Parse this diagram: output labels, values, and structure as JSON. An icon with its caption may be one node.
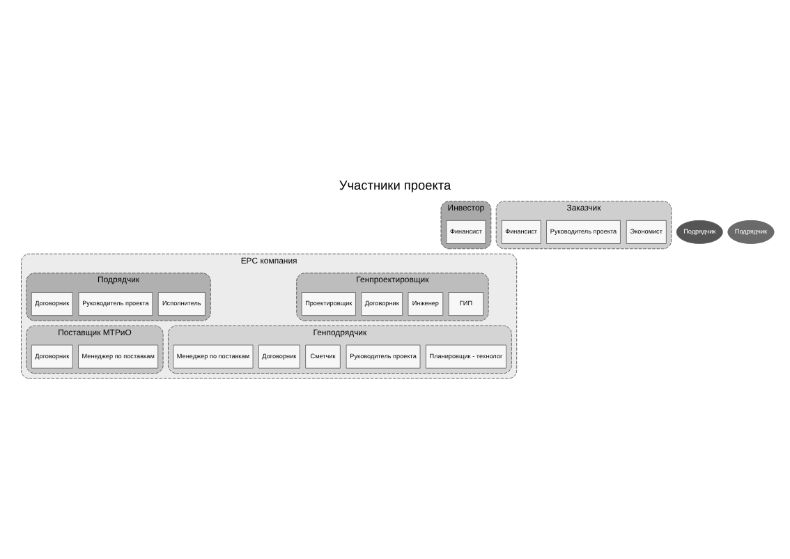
{
  "diagram": {
    "title": "Участники проекта",
    "nodes": [
      {
        "text": [
          "EPC компания"
        ]
      },
      {
        "text": [
          "Инвестор"
        ]
      },
      {
        "text": [
          "Финансист"
        ],
        "in": 1
      },
      {
        "text": [
          "Заказчик"
        ]
      },
      {
        "text": [
          "Экономист"
        ],
        "in": 3
      },
      {
        "text": [
          "Руководитель проекта"
        ],
        "in": 3
      },
      {
        "text": [
          "Финансист"
        ],
        "in": 3
      },
      {
        "text": [
          "Генпроектировщик"
        ],
        "in": 0
      },
      {
        "text": [
          "ГИП"
        ],
        "in": 7
      },
      {
        "text": [
          "Инженер"
        ],
        "in": 7
      },
      {
        "text": [
          "Договорник"
        ],
        "in": 7
      },
      {
        "text": [
          "Проектировщик"
        ],
        "in": 7
      },
      {
        "text": [
          "Подрядчик"
        ],
        "in": 0
      },
      {
        "text": [
          "Исполнитель"
        ],
        "in": 12
      },
      {
        "text": [
          "Руководитель проекта"
        ],
        "in": 12
      },
      {
        "text": [
          "Договорник"
        ],
        "in": 12
      },
      {
        "text": [
          "Генподрядчик"
        ],
        "in": 0
      },
      {
        "text": [
          "Планировщик - технолог"
        ],
        "in": 16
      },
      {
        "text": [
          "Руководитель проекта"
        ],
        "in": 16
      },
      {
        "text": [
          "Сметчик"
        ],
        "in": 16
      },
      {
        "text": [
          "Договорник"
        ],
        "in": 16
      },
      {
        "text": [
          "Менеджер по поставкам"
        ],
        "in": 16
      },
      {
        "text": [
          "Поставщик МТРиО"
        ],
        "in": 0
      },
      {
        "text": [
          "Менеджер по поставкам"
        ],
        "in": 22
      },
      {
        "text": [
          "Договорник"
        ],
        "in": 22
      },
      {
        "text": [
          "Подрядчик"
        ]
      },
      {
        "text": [
          "Подрядчик"
        ]
      }
    ]
  }
}
